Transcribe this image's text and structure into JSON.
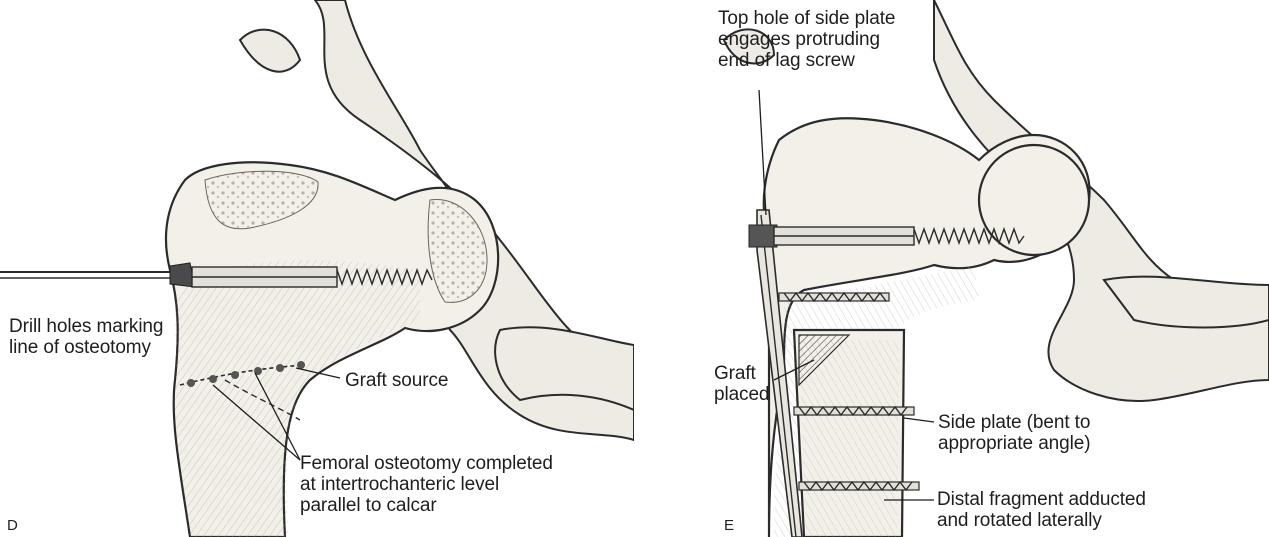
{
  "panel_d": {
    "letter": "D",
    "labels": {
      "drill_holes": "Drill holes marking\nline of osteotomy",
      "graft_source": "Graft source",
      "osteotomy": "Femoral osteotomy completed\nat intertrochanteric level\nparallel to calcar"
    }
  },
  "panel_e": {
    "letter": "E",
    "labels": {
      "top_hole": "Top hole of side plate\nengages protruding\nend of lag screw",
      "graft_placed": "Graft\nplaced",
      "side_plate": "Side plate (bent to\nappropriate angle)",
      "distal_fragment": "Distal fragment adducted\nand rotated laterally"
    }
  },
  "colors": {
    "ink": "#1e1e1e",
    "bone": "#f3f0ea",
    "shade": "#d9d4cb"
  }
}
